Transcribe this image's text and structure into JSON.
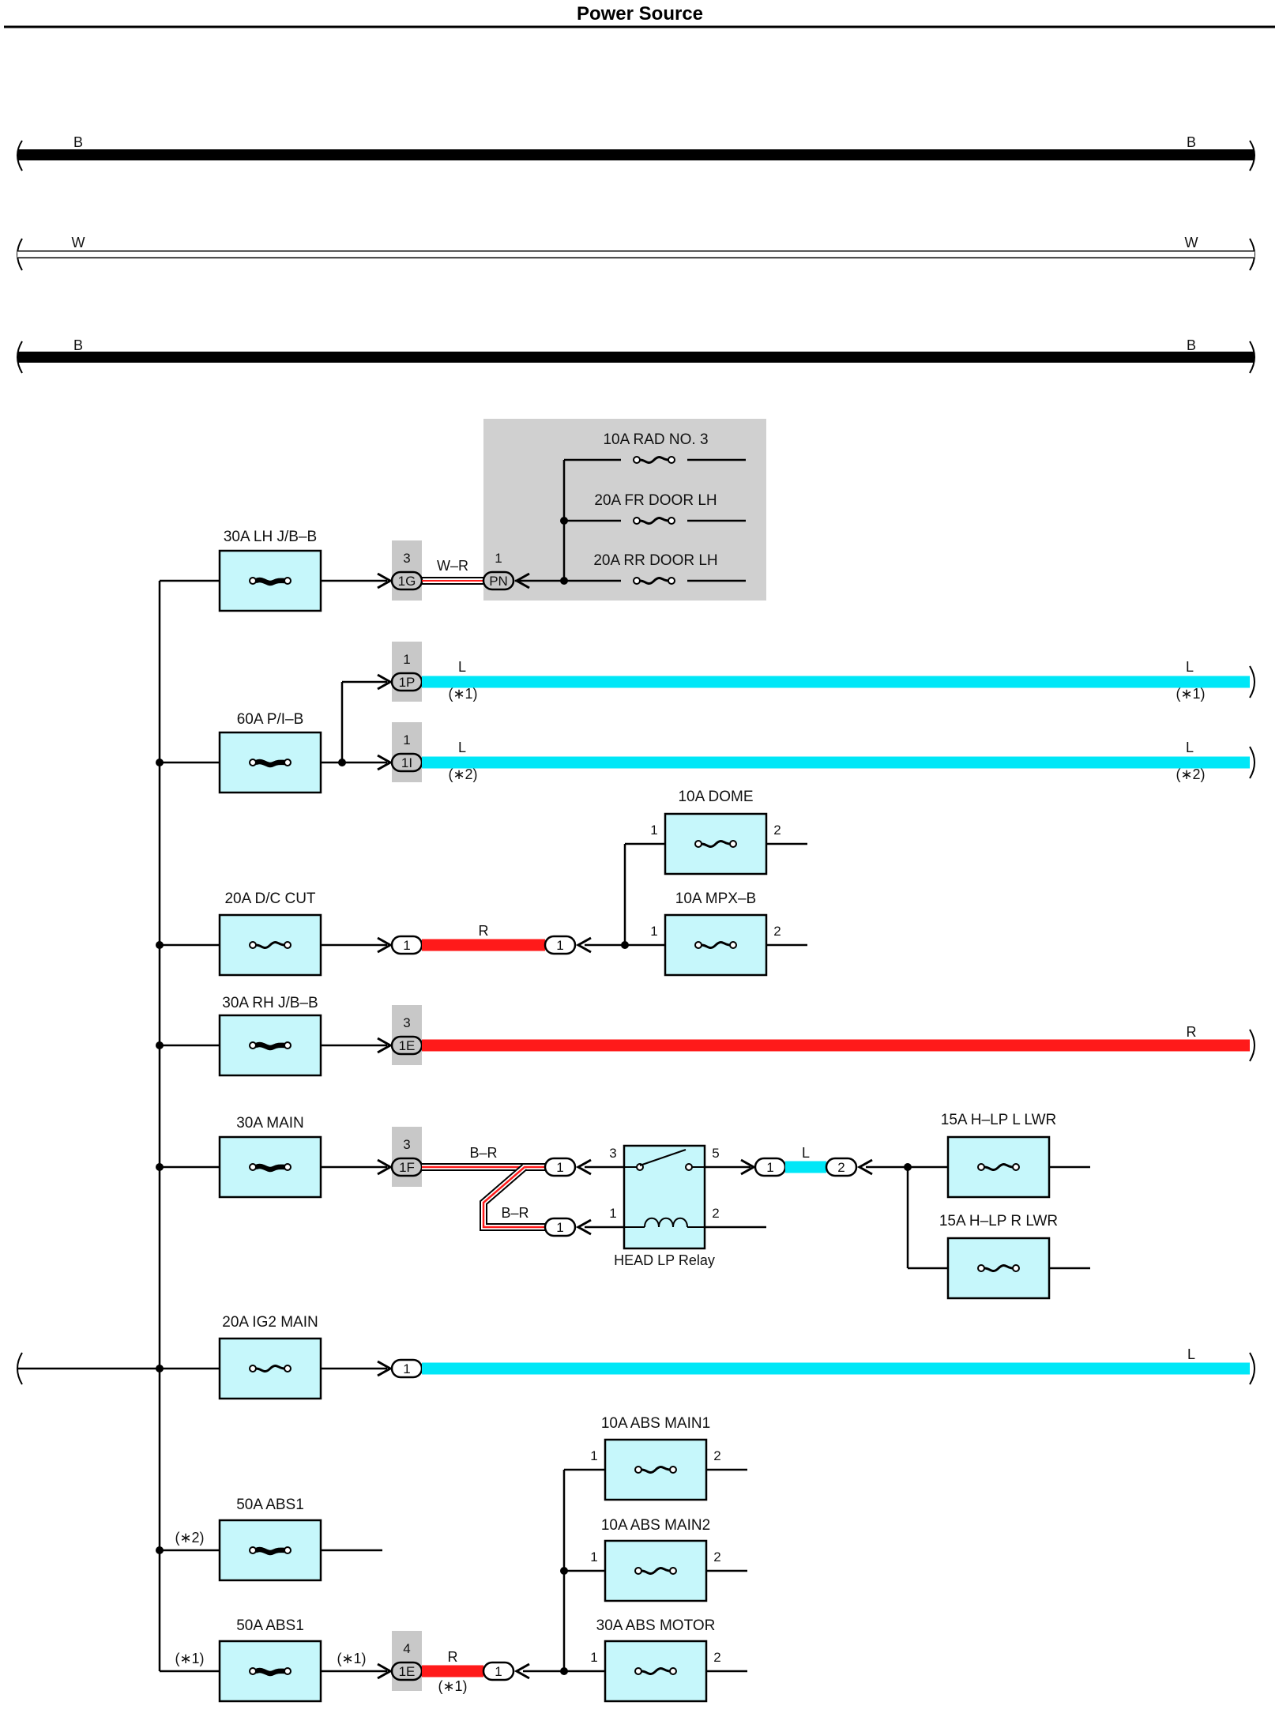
{
  "title": "Power Source",
  "bus": {
    "b1_left": "B",
    "b1_right": "B",
    "w_left": "W",
    "w_right": "W",
    "b2_left": "B",
    "b2_right": "B"
  },
  "fuses": {
    "lh_jb": "30A LH J/B–B",
    "pib": "60A P/I–B",
    "dc_cut": "20A D/C CUT",
    "rh_jb": "30A RH J/B–B",
    "main": "30A MAIN",
    "ig2_main": "20A IG2 MAIN",
    "abs1_a": "50A ABS1",
    "abs1_b": "50A ABS1",
    "rad3": "10A RAD NO. 3",
    "fr_door": "20A FR DOOR LH",
    "rr_door": "20A RR DOOR LH",
    "dome": "10A DOME",
    "mpx_b": "10A MPX–B",
    "hlp_l": "15A H–LP L LWR",
    "hlp_r": "15A H–LP R LWR",
    "abs_main1": "10A ABS MAIN1",
    "abs_main2": "10A ABS MAIN2",
    "abs_motor": "30A ABS MOTOR"
  },
  "connectors": {
    "c1g": "1G",
    "c1g_pin": "3",
    "cpn": "PN",
    "cpn_pin": "1",
    "c1p": "1P",
    "c1p_pin": "1",
    "c1i": "1I",
    "c1i_pin": "1",
    "cdc1": "1",
    "cdc2": "1",
    "c1e": "1E",
    "c1e_pin": "3",
    "c1f": "1F",
    "c1f_pin": "3",
    "crel1": "1",
    "crel2": "1",
    "cl1": "1",
    "cl2": "2",
    "cig2": "1",
    "c1e_abs": "1E",
    "c1e_abs_pin": "4",
    "cabs1": "1"
  },
  "wires": {
    "w_r": "W–R",
    "l_1p_left": "L",
    "l_1p_right": "L",
    "note_1p_left": "(∗1)",
    "note_1p_right": "(∗1)",
    "l_1i_left": "L",
    "l_1i_right": "L",
    "note_1i_left": "(∗2)",
    "note_1i_right": "(∗2)",
    "r_dc": "R",
    "r_1e": "R",
    "b_r1": "B–R",
    "b_r2": "B–R",
    "l_relay": "L",
    "l_ig2": "L",
    "r_abs": "R",
    "note_abs_r": "(∗1)",
    "note_abs1_a": "(∗2)",
    "note_abs1_b_left": "(∗1)",
    "note_abs1_b_right": "(∗1)"
  },
  "pins": {
    "dome_1": "1",
    "dome_2": "2",
    "mpx_1": "1",
    "mpx_2": "2",
    "relay_3": "3",
    "relay_5": "5",
    "relay_1": "1",
    "relay_2": "2",
    "absm1_1": "1",
    "absm1_2": "2",
    "absm2_1": "1",
    "absm2_2": "2",
    "absmot_1": "1",
    "absmot_2": "2"
  },
  "relay": {
    "label": "HEAD LP Relay"
  },
  "colors": {
    "fuse_fill": "#c6f7fb",
    "light_blue_wire": "#00e7f7",
    "red_wire": "#ff1a1a",
    "jb_gray": "#d0d0d0",
    "connector_gray": "#c8c8c8"
  }
}
